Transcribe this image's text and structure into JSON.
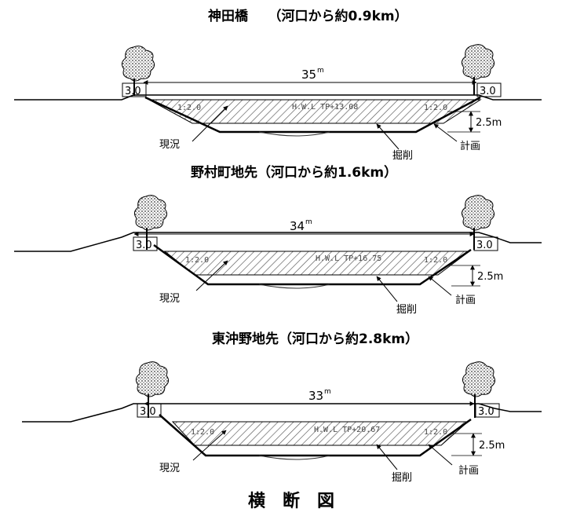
{
  "main_title": "横　断　図",
  "labels": {
    "current": "現況",
    "excavation": "掘削",
    "plan": "計画",
    "depth": "2.5m",
    "berm": "3.0",
    "unit_m": "m"
  },
  "sections": [
    {
      "title": "神田橋　　（河口から約0.9km）",
      "width": "35",
      "hwl": "H.W.L TP+13.08",
      "slope": "1:2.0"
    },
    {
      "title": "野村町地先（河口から約1.6km）",
      "width": "34",
      "hwl": "H.W.L TP+16.75",
      "slope": "1:2.0"
    },
    {
      "title": "東沖野地先（河口から約2.8km）",
      "width": "33",
      "hwl": "H.W.L TP+20.67",
      "slope": "1:2.0"
    }
  ]
}
